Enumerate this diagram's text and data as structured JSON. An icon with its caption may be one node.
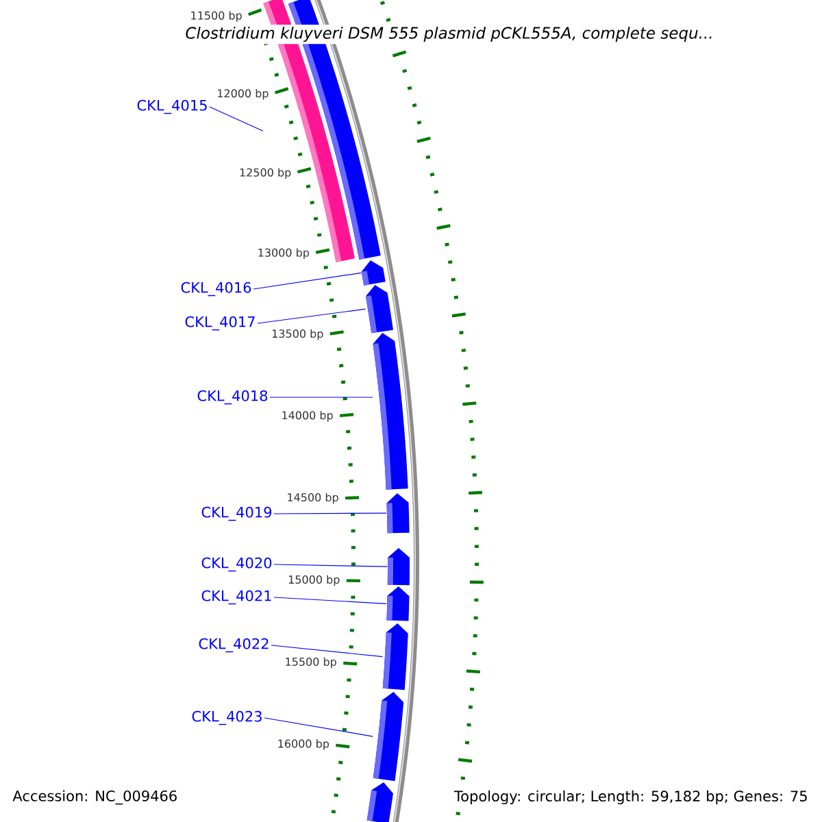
{
  "diagram": {
    "title": "Clostridium kluyveri DSM 555 plasmid pCKL555A, complete sequ...",
    "nodes": [
      {
        "text": [
          "CKL_4015"
        ]
      },
      {
        "text": [
          "CKL_4016"
        ]
      },
      {
        "text": [
          "CKL_4017"
        ]
      },
      {
        "text": [
          "CKL_4018"
        ]
      },
      {
        "text": [
          "CKL_4019"
        ]
      },
      {
        "text": [
          "CKL_4020"
        ]
      },
      {
        "text": [
          "CKL_4021"
        ]
      },
      {
        "text": [
          "CKL_4022"
        ]
      },
      {
        "text": [
          "CKL_4023"
        ]
      },
      {
        "text": [],
        "shape": "bar"
      },
      {
        "text": [],
        "shape": "bar"
      },
      {
        "text": [],
        "shape": "pentagon"
      },
      {
        "text": [],
        "shape": "pentagon"
      },
      {
        "text": [],
        "shape": "pentagon"
      },
      {
        "text": [],
        "shape": "pentagon"
      },
      {
        "text": [],
        "shape": "pentagon"
      },
      {
        "text": [],
        "shape": "pentagon"
      },
      {
        "text": [],
        "shape": "pentagon"
      },
      {
        "text": [],
        "shape": "pentagon"
      },
      {
        "text": [],
        "shape": "pentagon"
      }
    ],
    "edges": [
      {
        "from": 0,
        "to": 9,
        "arrow": "none"
      },
      {
        "from": 1,
        "to": 11,
        "arrow": "none"
      },
      {
        "from": 2,
        "to": 12,
        "arrow": "none"
      },
      {
        "from": 3,
        "to": 13,
        "arrow": "none"
      },
      {
        "from": 4,
        "to": 14,
        "arrow": "none"
      },
      {
        "from": 5,
        "to": 15,
        "arrow": "none"
      },
      {
        "from": 6,
        "to": 16,
        "arrow": "none"
      },
      {
        "from": 7,
        "to": 17,
        "arrow": "none"
      },
      {
        "from": 8,
        "to": 18,
        "arrow": "none"
      }
    ],
    "labels": [
      "11500 bp",
      "12000 bp",
      "12500 bp",
      "13000 bp",
      "13500 bp",
      "14000 bp",
      "14500 bp",
      "15000 bp",
      "15500 bp",
      "16000 bp",
      "Accession: NC_009466",
      "Topology: circular; Length: 59,182 bp; Genes: 75"
    ]
  }
}
